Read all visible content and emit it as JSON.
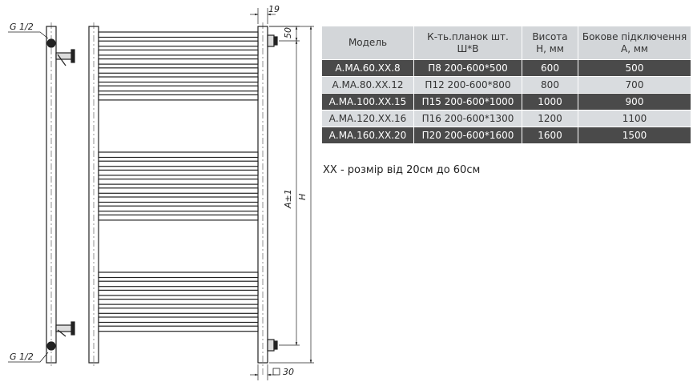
{
  "drawing": {
    "thread_top": "G 1/2",
    "thread_bottom": "G 1/2",
    "dim_depth": "19",
    "dim_top_offset": "50",
    "dim_height": "H",
    "dim_axis": "A±1",
    "dim_square": "30"
  },
  "table": {
    "headers": [
      "Модель",
      "К-ть.планок шт.\nШ*В",
      "Висота\nН, мм",
      "Бокове підключення\nА, мм"
    ],
    "rows": [
      [
        "А.МА.60.ХХ.8",
        "П8 200-600*500",
        "600",
        "500"
      ],
      [
        "А.МА.80.ХХ.12",
        "П12 200-600*800",
        "800",
        "700"
      ],
      [
        "А.МА.100.ХХ.15",
        "П15 200-600*1000",
        "1000",
        "900"
      ],
      [
        "А.МА.120.ХХ.16",
        "П16 200-600*1300",
        "1200",
        "1100"
      ],
      [
        "А.МА.160.ХХ.20",
        "П20 200-600*1600",
        "1600",
        "1500"
      ]
    ]
  },
  "note": "ХХ - розмір від 20см до 60см"
}
